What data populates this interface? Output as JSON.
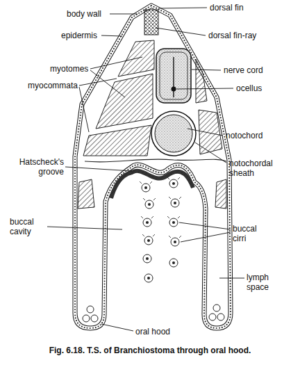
{
  "diagram": {
    "caption": "Fig. 6.18. T.S. of Branchiostoma through oral hood.",
    "labels": [
      "body wall",
      "dorsal fin",
      "epidermis",
      "dorsal fin-ray",
      "myotomes",
      "nerve cord",
      "myocommata",
      "ocellus",
      "notochord",
      "Hatscheck's groove",
      "notochordal sheath",
      "buccal cavity",
      "buccal cirri",
      "lymph space",
      "oral hood"
    ]
  }
}
